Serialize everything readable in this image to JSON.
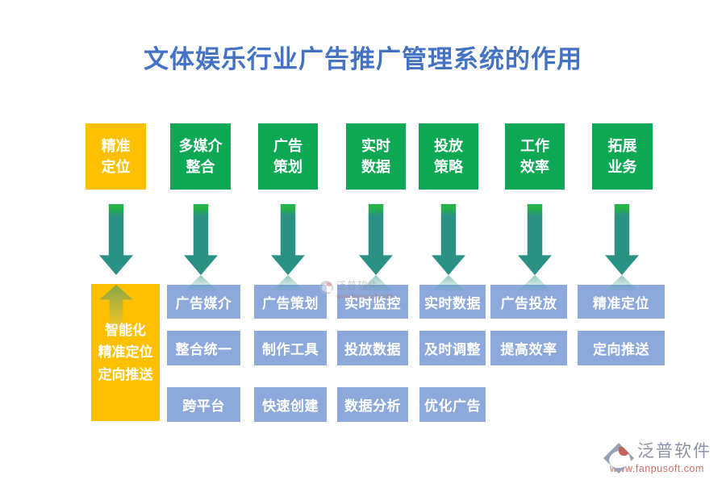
{
  "title": "文体娱乐行业广告推广管理系统的作用",
  "colors": {
    "title_blue": "#4472C4",
    "header_green": "#0CA853",
    "accent_orange": "#FFC000",
    "benefit_blue": "#8DA9DB",
    "arrow_teal": "#2A9184",
    "arrow_cap_green": "#25B14B"
  },
  "columns": [
    {
      "header": [
        "精准",
        "定位"
      ],
      "panel": [
        "智能化",
        "精准定位",
        "定向推送"
      ],
      "items": []
    },
    {
      "header": [
        "多媒介",
        "整合"
      ],
      "items": [
        "广告媒介",
        "整合统一",
        "跨平台"
      ]
    },
    {
      "header": [
        "广告",
        "策划"
      ],
      "items": [
        "广告策划",
        "制作工具",
        "快速创建"
      ]
    },
    {
      "header": [
        "实时",
        "数据"
      ],
      "items": [
        "实时监控",
        "投放数据",
        "数据分析"
      ]
    },
    {
      "header": [
        "投放",
        "策略"
      ],
      "items": [
        "实时数据",
        "及时调整",
        "优化广告"
      ]
    },
    {
      "header": [
        "工作",
        "效率"
      ],
      "items": [
        "广告投放",
        "提高效率"
      ]
    },
    {
      "header": [
        "拓展",
        "业务"
      ],
      "items": [
        "精准定位",
        "定向推送"
      ]
    }
  ],
  "watermark": {
    "name": "泛普软件",
    "url": "www.fanpusoft.com"
  },
  "brand": {
    "name": "泛普软件",
    "url": "www.fanpusoft.com"
  }
}
